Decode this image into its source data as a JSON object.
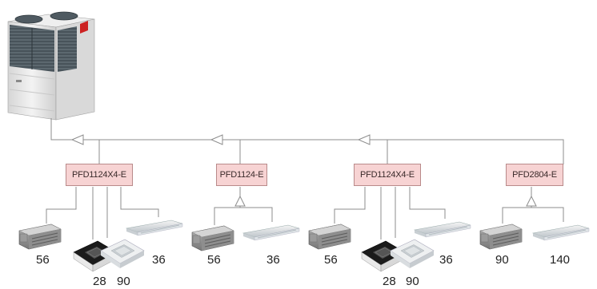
{
  "outdoor_unit": {
    "icon": "outdoor-vrf-unit-icon"
  },
  "branch_boxes": [
    {
      "label": "PFD1124X4-E",
      "capacities": [
        "56",
        "28",
        "90",
        "36"
      ]
    },
    {
      "label": "PFD1124-E",
      "capacities": [
        "56",
        "36"
      ]
    },
    {
      "label": "PFD1124X4-E",
      "capacities": [
        "56",
        "28",
        "90",
        "36"
      ]
    },
    {
      "label": "PFD2804-E",
      "capacities": [
        "90",
        "140"
      ]
    }
  ],
  "indoor_icons": {
    "ducted": "ducted-indoor-unit-icon",
    "ceiling": "ceiling-suspended-unit-icon",
    "cassette_black": "cassette-black-unit-icon",
    "cassette_white": "cassette-white-unit-icon"
  }
}
